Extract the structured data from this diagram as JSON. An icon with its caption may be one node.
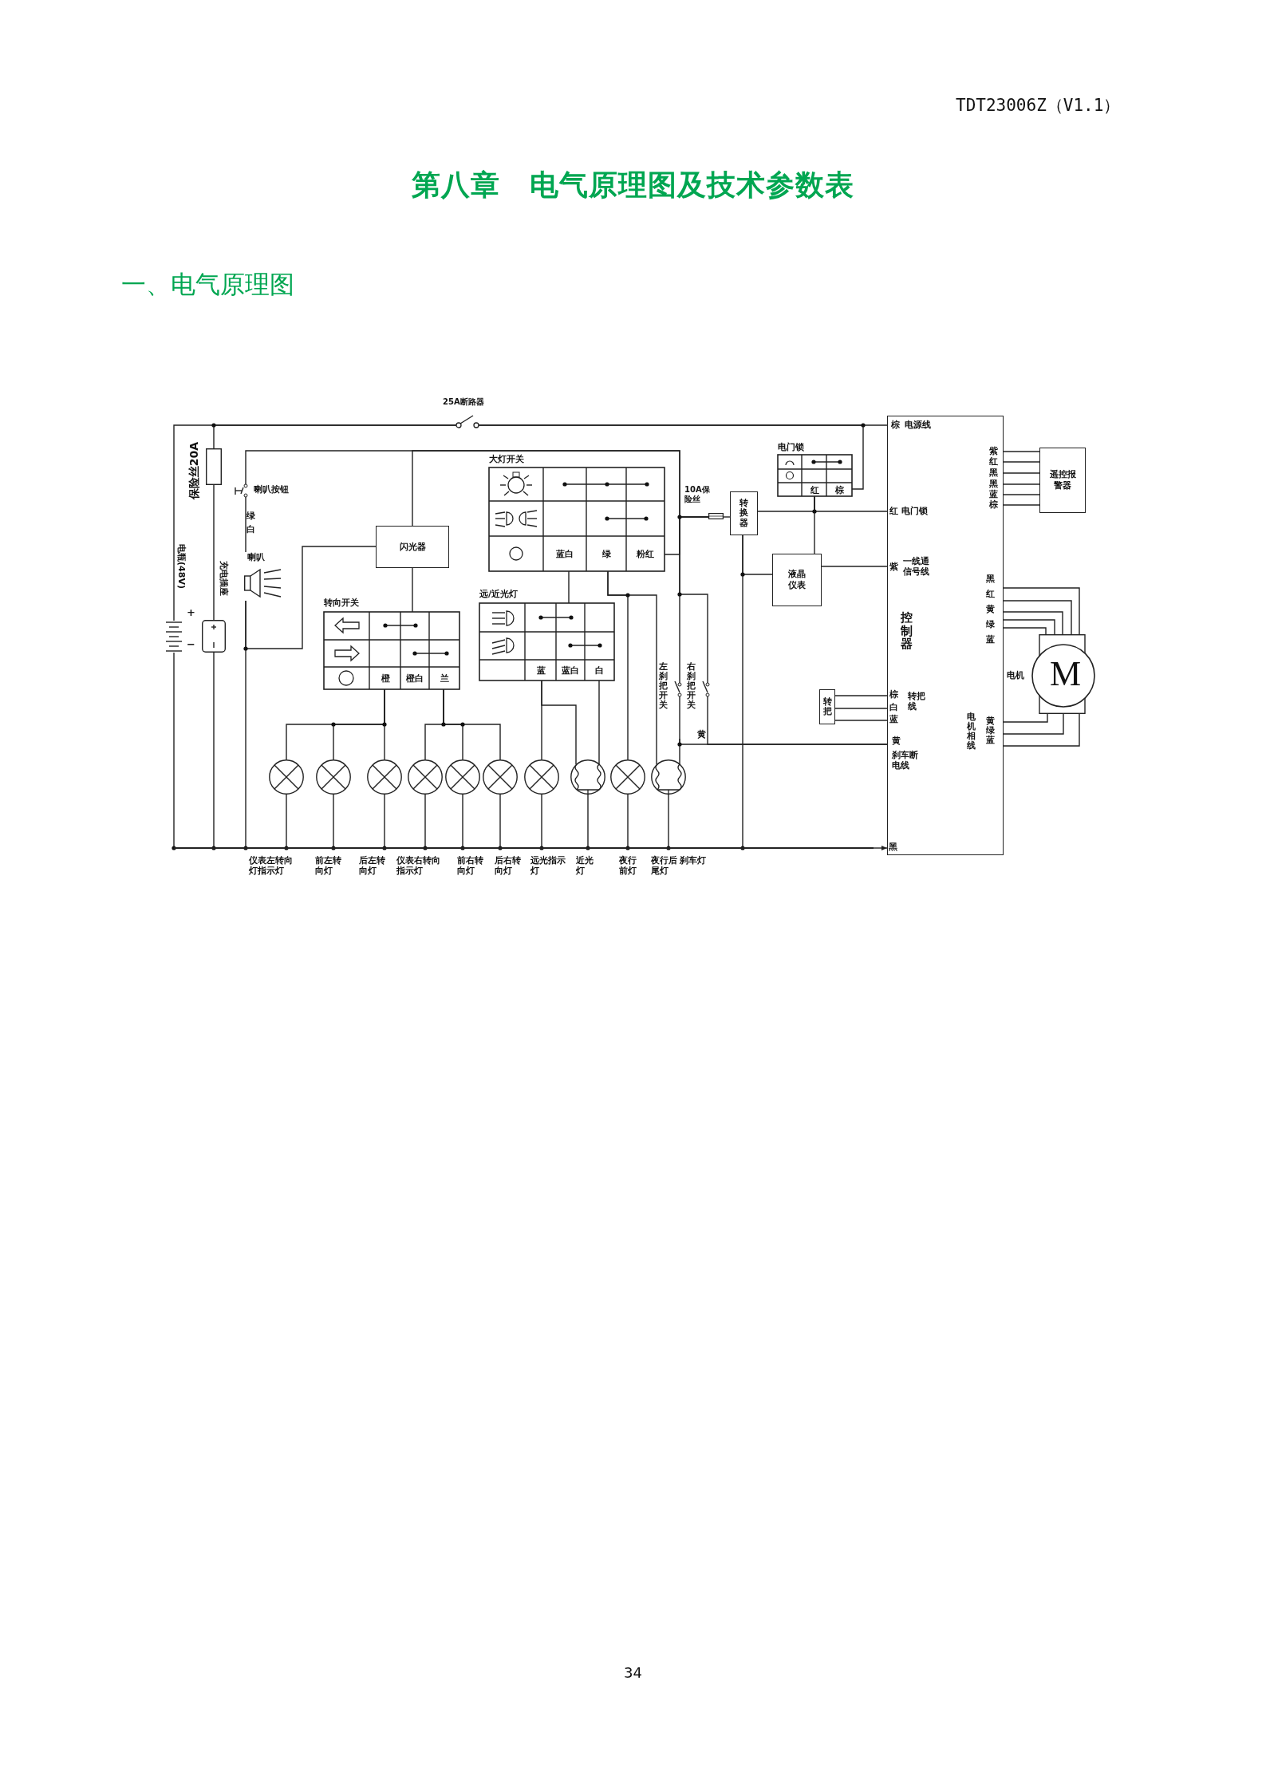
{
  "diagram": {
    "title": "第八章　电气原理图及技术参数表",
    "nodes": [
      {
        "text": [
          "25A断路器"
        ]
      },
      {
        "text": [
          "保险丝20A"
        ]
      },
      {
        "text": [
          "电瓶(48V)"
        ]
      },
      {
        "text": [
          "充电插座"
        ]
      },
      {
        "text": [
          "喇叭按钮"
        ]
      },
      {
        "text": [
          "喇叭"
        ]
      },
      {
        "text": [
          "闪光器"
        ]
      },
      {
        "text": [
          "转向开关",
          "橙",
          "橙白",
          "兰"
        ]
      },
      {
        "text": [
          "大灯开关",
          "蓝白",
          "绿",
          "粉红"
        ]
      },
      {
        "text": [
          "远/近光灯",
          "蓝",
          "蓝白",
          "白"
        ]
      },
      {
        "text": [
          "10A保险丝"
        ]
      },
      {
        "text": [
          "转换器"
        ]
      },
      {
        "text": [
          "电门锁",
          "红",
          "棕"
        ]
      },
      {
        "text": [
          "液晶仪表"
        ]
      },
      {
        "text": [
          "左刹把开关"
        ]
      },
      {
        "text": [
          "右刹把开关"
        ]
      },
      {
        "text": [
          "转把"
        ]
      },
      {
        "text": [
          "控制器"
        ]
      },
      {
        "text": [
          "遥控报警器"
        ]
      },
      {
        "text": [
          "M"
        ],
        "beside": [
          "电机"
        ]
      },
      {
        "text": [],
        "shape": "circle"
      },
      {
        "text": [],
        "shape": "circle"
      },
      {
        "text": [],
        "shape": "circle"
      },
      {
        "text": [],
        "shape": "circle"
      },
      {
        "text": [],
        "shape": "circle"
      },
      {
        "text": [],
        "shape": "circle"
      },
      {
        "text": [],
        "shape": "circle"
      },
      {
        "text": [],
        "shape": "circle"
      },
      {
        "text": [],
        "shape": "circle"
      },
      {
        "text": [],
        "shape": "circle"
      },
      {
        "text": [],
        "shape": "bar"
      }
    ],
    "edges": [
      {
        "from": 2,
        "to": 0,
        "arrow": "none"
      },
      {
        "from": 3,
        "to": 1,
        "arrow": "none"
      },
      {
        "from": 1,
        "to": 0,
        "arrow": "none"
      },
      {
        "from": 0,
        "to": 17,
        "arrow": "none"
      },
      {
        "from": 0,
        "to": 12,
        "arrow": "none"
      },
      {
        "from": 12,
        "to": 17,
        "arrow": "none"
      },
      {
        "from": 12,
        "to": 11,
        "arrow": "none"
      },
      {
        "from": 12,
        "to": 13,
        "arrow": "none"
      },
      {
        "from": 13,
        "to": 17,
        "arrow": "none"
      },
      {
        "from": 11,
        "to": 13,
        "arrow": "none"
      },
      {
        "from": 10,
        "to": 11,
        "arrow": "none"
      },
      {
        "from": 8,
        "to": 10,
        "arrow": "none"
      },
      {
        "from": 10,
        "to": 4,
        "arrow": "none"
      },
      {
        "from": 10,
        "to": 6,
        "arrow": "none"
      },
      {
        "from": 4,
        "to": 5,
        "arrow": "none"
      },
      {
        "from": 5,
        "to": 6,
        "arrow": "none"
      },
      {
        "from": 6,
        "to": 7,
        "arrow": "none"
      },
      {
        "from": 7,
        "to": 20,
        "arrow": "none"
      },
      {
        "from": 7,
        "to": 21,
        "arrow": "none"
      },
      {
        "from": 7,
        "to": 22,
        "arrow": "none"
      },
      {
        "from": 7,
        "to": 23,
        "arrow": "none"
      },
      {
        "from": 7,
        "to": 24,
        "arrow": "none"
      },
      {
        "from": 7,
        "to": 25,
        "arrow": "none"
      },
      {
        "from": 8,
        "to": 9,
        "arrow": "none"
      },
      {
        "from": 8,
        "to": 28,
        "arrow": "none"
      },
      {
        "from": 8,
        "to": 29,
        "arrow": "none"
      },
      {
        "from": 9,
        "to": 26,
        "arrow": "none"
      },
      {
        "from": 9,
        "to": 27,
        "arrow": "none"
      },
      {
        "from": 9,
        "to": 27,
        "arrow": "none"
      },
      {
        "from": 10,
        "to": 14,
        "arrow": "none"
      },
      {
        "from": 10,
        "to": 15,
        "arrow": "none"
      },
      {
        "from": 14,
        "to": 29,
        "arrow": "none"
      },
      {
        "from": 14,
        "to": 17,
        "arrow": "none"
      },
      {
        "from": 15,
        "to": 17,
        "arrow": "none"
      },
      {
        "from": 16,
        "to": 17,
        "arrow": "none"
      },
      {
        "from": 16,
        "to": 17,
        "arrow": "none"
      },
      {
        "from": 16,
        "to": 17,
        "arrow": "none"
      },
      {
        "from": 17,
        "to": 18,
        "arrow": "none"
      },
      {
        "from": 17,
        "to": 18,
        "arrow": "none"
      },
      {
        "from": 17,
        "to": 18,
        "arrow": "none"
      },
      {
        "from": 17,
        "to": 18,
        "arrow": "none"
      },
      {
        "from": 17,
        "to": 18,
        "arrow": "none"
      },
      {
        "from": 17,
        "to": 18,
        "arrow": "none"
      },
      {
        "from": 17,
        "to": 19,
        "arrow": "none"
      },
      {
        "from": 17,
        "to": 19,
        "arrow": "none"
      },
      {
        "from": 17,
        "to": 19,
        "arrow": "none"
      },
      {
        "from": 17,
        "to": 19,
        "arrow": "none"
      },
      {
        "from": 17,
        "to": 19,
        "arrow": "none"
      },
      {
        "from": 17,
        "to": 19,
        "arrow": "none"
      },
      {
        "from": 17,
        "to": 19,
        "arrow": "none"
      },
      {
        "from": 17,
        "to": 19,
        "arrow": "none"
      },
      {
        "from": 20,
        "to": 30,
        "arrow": "none"
      },
      {
        "from": 21,
        "to": 30,
        "arrow": "none"
      },
      {
        "from": 22,
        "to": 30,
        "arrow": "none"
      },
      {
        "from": 23,
        "to": 30,
        "arrow": "none"
      },
      {
        "from": 24,
        "to": 30,
        "arrow": "none"
      },
      {
        "from": 25,
        "to": 30,
        "arrow": "none"
      },
      {
        "from": 26,
        "to": 30,
        "arrow": "none"
      },
      {
        "from": 27,
        "to": 30,
        "arrow": "none"
      },
      {
        "from": 28,
        "to": 30,
        "arrow": "none"
      },
      {
        "from": 29,
        "to": 30,
        "arrow": "none"
      },
      {
        "from": 2,
        "to": 30,
        "arrow": "none"
      },
      {
        "from": 3,
        "to": 30,
        "arrow": "none"
      },
      {
        "from": 5,
        "to": 30,
        "arrow": "none"
      },
      {
        "from": 11,
        "to": 30,
        "arrow": "none"
      },
      {
        "from": 30,
        "to": 17,
        "arrow": "to"
      }
    ],
    "labels": [
      "TDT23006Z（V1.1）",
      "一、电气原理图",
      "绿",
      "白",
      "+",
      "−",
      "黄",
      "棕",
      "电源线",
      "红",
      "电门锁",
      "紫",
      "一线通信号线",
      "紫",
      "红",
      "黑",
      "黑",
      "蓝",
      "棕",
      "黑",
      "红",
      "黄",
      "绿",
      "蓝",
      "棕",
      "白",
      "蓝",
      "转把线",
      "黄",
      "刹车断电线",
      "电机相线",
      "黄绿蓝",
      "黑",
      "仪表左转向灯指示灯",
      "前左转向灯",
      "后左转向灯",
      "仪表右转向指示灯",
      "前右转向灯",
      "后右转向灯",
      "远光指示灯",
      "近光灯",
      "夜行前灯",
      "夜行后尾灯",
      "刹车灯",
      "34"
    ]
  }
}
